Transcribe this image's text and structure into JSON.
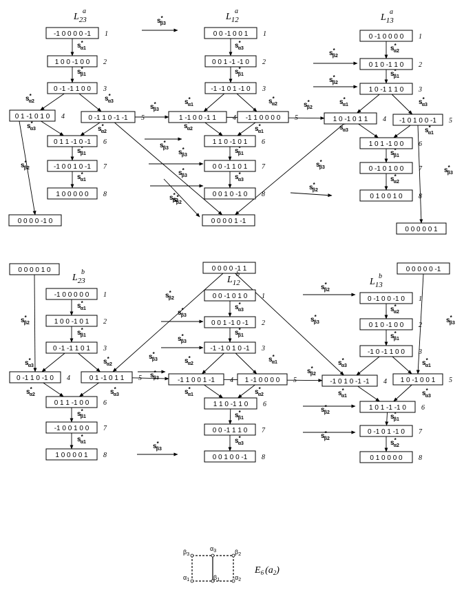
{
  "titles": [
    {
      "id": "ta",
      "base": "L",
      "sup": "a",
      "sub": "23"
    },
    {
      "id": "tb",
      "base": "L",
      "sup": "a",
      "sub": "12"
    },
    {
      "id": "tc",
      "base": "L",
      "sup": "a",
      "sub": "13"
    },
    {
      "id": "td",
      "base": "L",
      "sup": "b",
      "sub": "23"
    },
    {
      "id": "te",
      "base": "L",
      "sup": "b",
      "sub": "12"
    },
    {
      "id": "tf",
      "base": "L",
      "sup": "b",
      "sub": "13"
    }
  ],
  "nodes": [
    {
      "id": "A1",
      "text": "-1 0 0 0 0 -1",
      "num": "1"
    },
    {
      "id": "A2",
      "text": "1 0 0 -1 0 0",
      "num": "2"
    },
    {
      "id": "A3",
      "text": "0 -1 -1 1 0 0",
      "num": "3"
    },
    {
      "id": "A4",
      "text": "0 1 -1 0 1 0",
      "num": "4"
    },
    {
      "id": "A5",
      "text": "0 -1 1 0 -1 -1",
      "num": "5"
    },
    {
      "id": "A6",
      "text": "0 1 1 -1 0 -1",
      "num": "6"
    },
    {
      "id": "A7",
      "text": "-1 0 0 1 0 -1",
      "num": "7"
    },
    {
      "id": "A8",
      "text": "1 0 0 0 0 0",
      "num": "8"
    },
    {
      "id": "AX",
      "text": "0 0 0 0 -1 0",
      "num": ""
    },
    {
      "id": "B1",
      "text": "0 0 -1 0 0 1",
      "num": "1"
    },
    {
      "id": "B2",
      "text": "0 0 1 -1 -1 0",
      "num": "2"
    },
    {
      "id": "B3",
      "text": "-1 -1 0 1 -1 0",
      "num": "3"
    },
    {
      "id": "B4",
      "text": "1 -1 0 0 -1 1",
      "num": "4"
    },
    {
      "id": "B5",
      "text": "-1 1 0 0 0 0",
      "num": "5"
    },
    {
      "id": "B6",
      "text": "1 1 0 -1 0 1",
      "num": "6"
    },
    {
      "id": "B7",
      "text": "0 0 -1 1 0 1",
      "num": "7"
    },
    {
      "id": "B8",
      "text": "0 0 1 0 -1 0",
      "num": "8"
    },
    {
      "id": "BX",
      "text": "0 0 0 0 1 -1",
      "num": ""
    },
    {
      "id": "C1",
      "text": "0 -1 0 0 0 0",
      "num": "1"
    },
    {
      "id": "C2",
      "text": "0 1 0 -1 1 0",
      "num": "2"
    },
    {
      "id": "C3",
      "text": "1 0 -1 1 1 0",
      "num": "3"
    },
    {
      "id": "C4",
      "text": "1 0 -1 0 1 1",
      "num": "4"
    },
    {
      "id": "C5",
      "text": "-1 0 1 0 0 -1",
      "num": "5"
    },
    {
      "id": "C6",
      "text": "1 0 1 -1 0 0",
      "num": "6"
    },
    {
      "id": "C7",
      "text": "0 -1 0 1 0 0",
      "num": "7"
    },
    {
      "id": "C8",
      "text": "0 1 0 0 1 0",
      "num": "8"
    },
    {
      "id": "CX",
      "text": "0 0 0 0 0 1",
      "num": ""
    },
    {
      "id": "D0",
      "text": "0 0 0 0 1 0",
      "num": ""
    },
    {
      "id": "D1",
      "text": "-1 0 0 0 0 0",
      "num": "1"
    },
    {
      "id": "D2",
      "text": "1 0 0 -1 0 1",
      "num": "2"
    },
    {
      "id": "D3",
      "text": "0 -1 -1 1 0 1",
      "num": "3"
    },
    {
      "id": "D4",
      "text": "0 -1 1 0 -1 0",
      "num": "4"
    },
    {
      "id": "D5",
      "text": "0 1 -1 0 1 1",
      "num": "5"
    },
    {
      "id": "D6",
      "text": "0 1 1 -1 0 0",
      "num": "6"
    },
    {
      "id": "D7",
      "text": "-1 0 0 1 0 0",
      "num": "7"
    },
    {
      "id": "D8",
      "text": "1 0 0 0 0 1",
      "num": "8"
    },
    {
      "id": "E0",
      "text": "0 0 0 0 -1 1",
      "num": ""
    },
    {
      "id": "E1",
      "text": "0 0 -1 0 1 0",
      "num": "1"
    },
    {
      "id": "E2",
      "text": "0 0 1 -1 0 -1",
      "num": "2"
    },
    {
      "id": "E3",
      "text": "-1 -1 0 1 0 -1",
      "num": "3"
    },
    {
      "id": "E4",
      "text": "-1 1 0 0 1 -1",
      "num": "4"
    },
    {
      "id": "E5",
      "text": "1 -1 0 0 0 0",
      "num": "5"
    },
    {
      "id": "E6",
      "text": "1 1 0 -1 1 0",
      "num": "6"
    },
    {
      "id": "E7",
      "text": "0 0 -1 1 1 0",
      "num": "7"
    },
    {
      "id": "E8",
      "text": "0 0 1 0 0 -1",
      "num": "8"
    },
    {
      "id": "F0",
      "text": "0 0 0 0 0 -1",
      "num": ""
    },
    {
      "id": "F1",
      "text": "0 -1 0 0 -1 0",
      "num": "1"
    },
    {
      "id": "F2",
      "text": "0 1 0 -1 0 0",
      "num": "2"
    },
    {
      "id": "F3",
      "text": "-1 0 -1 1 0 0",
      "num": "3"
    },
    {
      "id": "F4",
      "text": "-1 0 1 0 -1 -1",
      "num": "4"
    },
    {
      "id": "F5",
      "text": "1 0 -1 0 0 1",
      "num": "5"
    },
    {
      "id": "F6",
      "text": "1 0 1 -1 -1 0",
      "num": "6"
    },
    {
      "id": "F7",
      "text": "0 -1 0 1 -1 0",
      "num": "7"
    },
    {
      "id": "F8",
      "text": "0 1 0 0 0 0",
      "num": "8"
    }
  ],
  "edges": [
    {
      "from": "A1",
      "to": "A2",
      "label": {
        "base": "s",
        "sub": "α1"
      }
    },
    {
      "from": "A2",
      "to": "A3",
      "label": {
        "base": "s",
        "sub": "β1"
      }
    },
    {
      "from": "A3",
      "to": "A4",
      "label": {
        "base": "s",
        "sub": "α2"
      }
    },
    {
      "from": "A3",
      "to": "A5",
      "label": {
        "base": "s",
        "sub": "α3"
      }
    },
    {
      "from": "A4",
      "to": "A6",
      "label": {
        "base": "s",
        "sub": "α3"
      }
    },
    {
      "from": "A5",
      "to": "A6",
      "label": {
        "base": "s",
        "sub": "α2"
      }
    },
    {
      "from": "A6",
      "to": "A7",
      "label": {
        "base": "s",
        "sub": "β1"
      }
    },
    {
      "from": "A7",
      "to": "A8",
      "label": {
        "base": "s",
        "sub": "α1"
      }
    },
    {
      "from": "A4",
      "to": "AX",
      "label": {
        "base": "s",
        "sub": "β2"
      }
    },
    {
      "from": "B1",
      "to": "B2",
      "label": {
        "base": "s",
        "sub": "α3"
      }
    },
    {
      "from": "B2",
      "to": "B3",
      "label": {
        "base": "s",
        "sub": "β1"
      }
    },
    {
      "from": "B3",
      "to": "B4",
      "label": {
        "base": "s",
        "sub": "α1"
      }
    },
    {
      "from": "B3",
      "to": "B5",
      "label": {
        "base": "s",
        "sub": "α2"
      }
    },
    {
      "from": "B4",
      "to": "B6",
      "label": {
        "base": "s",
        "sub": "α2"
      }
    },
    {
      "from": "B5",
      "to": "B6",
      "label": {
        "base": "s",
        "sub": "α1"
      }
    },
    {
      "from": "B6",
      "to": "B7",
      "label": {
        "base": "s",
        "sub": "β1"
      }
    },
    {
      "from": "B7",
      "to": "B8",
      "label": {
        "base": "s",
        "sub": "α3"
      }
    },
    {
      "from": "C1",
      "to": "C2",
      "label": {
        "base": "s",
        "sub": "α2"
      }
    },
    {
      "from": "C2",
      "to": "C3",
      "label": {
        "base": "s",
        "sub": "β1"
      }
    },
    {
      "from": "C3",
      "to": "C4",
      "label": {
        "base": "s",
        "sub": "α1"
      }
    },
    {
      "from": "C3",
      "to": "C5",
      "label": {
        "base": "s",
        "sub": "α3"
      }
    },
    {
      "from": "C4",
      "to": "C6",
      "label": {
        "base": "s",
        "sub": "α3"
      }
    },
    {
      "from": "C5",
      "to": "C6",
      "label": {
        "base": "s",
        "sub": "α1"
      }
    },
    {
      "from": "C6",
      "to": "C7",
      "label": {
        "base": "s",
        "sub": "β1"
      }
    },
    {
      "from": "C7",
      "to": "C8",
      "label": {
        "base": "s",
        "sub": "α2"
      }
    },
    {
      "from": "C5",
      "to": "CX",
      "label": {
        "base": "s",
        "sub": "β3"
      }
    },
    {
      "from": "D1",
      "to": "D2",
      "label": {
        "base": "s",
        "sub": "α1"
      }
    },
    {
      "from": "D2",
      "to": "D3",
      "label": {
        "base": "s",
        "sub": "β1"
      }
    },
    {
      "from": "D3",
      "to": "D4",
      "label": {
        "base": "s",
        "sub": "α3"
      }
    },
    {
      "from": "D3",
      "to": "D5",
      "label": {
        "base": "s",
        "sub": "α2"
      }
    },
    {
      "from": "D4",
      "to": "D6",
      "label": {
        "base": "s",
        "sub": "α2"
      }
    },
    {
      "from": "D5",
      "to": "D6",
      "label": {
        "base": "s",
        "sub": "α3"
      }
    },
    {
      "from": "D6",
      "to": "D7",
      "label": {
        "base": "s",
        "sub": "β1"
      }
    },
    {
      "from": "D7",
      "to": "D8",
      "label": {
        "base": "s",
        "sub": "α1"
      }
    },
    {
      "from": "D0",
      "to": "D4",
      "label": {
        "base": "s",
        "sub": "β2"
      }
    },
    {
      "from": "E1",
      "to": "E2",
      "label": {
        "base": "s",
        "sub": "α3"
      }
    },
    {
      "from": "E2",
      "to": "E3",
      "label": {
        "base": "s",
        "sub": "β1"
      }
    },
    {
      "from": "E3",
      "to": "E4",
      "label": {
        "base": "s",
        "sub": "α2"
      }
    },
    {
      "from": "E3",
      "to": "E5",
      "label": {
        "base": "s",
        "sub": "α1"
      }
    },
    {
      "from": "E4",
      "to": "E6",
      "label": {
        "base": "s",
        "sub": "α1"
      }
    },
    {
      "from": "E5",
      "to": "E6",
      "label": {
        "base": "s",
        "sub": "α2"
      }
    },
    {
      "from": "E6",
      "to": "E7",
      "label": {
        "base": "s",
        "sub": "β1"
      }
    },
    {
      "from": "E7",
      "to": "E8",
      "label": {
        "base": "s",
        "sub": "α3"
      }
    },
    {
      "from": "F1",
      "to": "F2",
      "label": {
        "base": "s",
        "sub": "α2"
      }
    },
    {
      "from": "F2",
      "to": "F3",
      "label": {
        "base": "s",
        "sub": "β1"
      }
    },
    {
      "from": "F3",
      "to": "F4",
      "label": {
        "base": "s",
        "sub": "α3"
      }
    },
    {
      "from": "F3",
      "to": "F5",
      "label": {
        "base": "s",
        "sub": "α1"
      }
    },
    {
      "from": "F4",
      "to": "F6",
      "label": {
        "base": "s",
        "sub": "α1"
      }
    },
    {
      "from": "F5",
      "to": "F6",
      "label": {
        "base": "s",
        "sub": "α3"
      }
    },
    {
      "from": "F6",
      "to": "F7",
      "label": {
        "base": "s",
        "sub": "β1"
      }
    },
    {
      "from": "F7",
      "to": "F8",
      "label": {
        "base": "s",
        "sub": "α2"
      }
    },
    {
      "from": "F0",
      "to": "F5",
      "label": {
        "base": "s",
        "sub": "β3"
      }
    },
    {
      "from": "A5",
      "to": "B4",
      "label": {
        "base": "s",
        "sub": "β3"
      }
    },
    {
      "from": "A5",
      "to": "BX",
      "label": {
        "base": "s",
        "sub": "β2"
      }
    },
    {
      "from": "B4",
      "to": "C4",
      "label": {
        "base": "s",
        "sub": "β2"
      }
    },
    {
      "from": "C4",
      "to": "BX",
      "label": {
        "base": "s",
        "sub": "β3"
      }
    },
    {
      "from": "E0",
      "to": "D5",
      "label": {
        "base": "s",
        "sub": "β2"
      }
    },
    {
      "from": "E0",
      "to": "F4",
      "label": {
        "base": "s",
        "sub": "β3"
      }
    },
    {
      "from": "D5",
      "to": "E4",
      "label": {
        "base": "s",
        "sub": "β3"
      }
    },
    {
      "from": "E4",
      "to": "F4",
      "label": {
        "base": "s",
        "sub": "β2"
      }
    }
  ],
  "free_arrows": [
    {
      "id": "fa1",
      "label": {
        "base": "s",
        "sub": "β3"
      }
    },
    {
      "id": "fa2",
      "label": {
        "base": "s",
        "sub": "β3"
      }
    },
    {
      "id": "fa3",
      "label": {
        "base": "s",
        "sub": "β3"
      }
    },
    {
      "id": "fa4",
      "label": {
        "base": "s",
        "sub": "β3"
      }
    },
    {
      "id": "fa5",
      "label": {
        "base": "s",
        "sub": "β2"
      }
    },
    {
      "id": "fa6",
      "label": {
        "base": "s",
        "sub": "β2"
      }
    },
    {
      "id": "fa7",
      "label": {
        "base": "s",
        "sub": "β2"
      }
    },
    {
      "id": "fa8",
      "label": {
        "base": "s",
        "sub": "β2"
      }
    },
    {
      "id": "fa9",
      "label": {
        "base": "s",
        "sub": "β3"
      }
    },
    {
      "id": "fa10",
      "label": {
        "base": "s",
        "sub": "β3"
      }
    },
    {
      "id": "fa11",
      "label": {
        "base": "s",
        "sub": "β3"
      }
    },
    {
      "id": "fa12",
      "label": {
        "base": "s",
        "sub": "β3"
      }
    },
    {
      "id": "fa13",
      "label": {
        "base": "s",
        "sub": "β2"
      }
    },
    {
      "id": "fa14",
      "label": {
        "base": "s",
        "sub": "β2"
      }
    },
    {
      "id": "fa15",
      "label": {
        "base": "s",
        "sub": "β2"
      }
    }
  ],
  "dynkin": {
    "nodes": [
      "β3",
      "α3",
      "β2",
      "α1",
      "β1",
      "α2"
    ],
    "label": {
      "base": "E",
      "sub": "6",
      "arg": "(a",
      "argsub": "2",
      "close": ")"
    }
  }
}
